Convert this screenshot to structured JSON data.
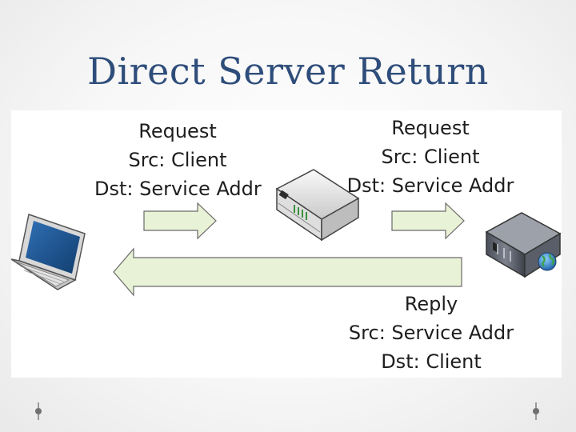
{
  "slide": {
    "title": "Direct Server Return"
  },
  "labels": {
    "request_left": [
      "Request",
      "Src: Client",
      "Dst: Service Addr"
    ],
    "request_right": [
      "Request",
      "Src: Client",
      "Dst: Service Addr"
    ],
    "reply": [
      "Reply",
      "Src: Service Addr",
      "Dst: Client"
    ]
  },
  "icons": {
    "client": "laptop-icon",
    "load_balancer": "network-switch-icon",
    "server": "server-icon",
    "globe": "globe-icon"
  },
  "colors": {
    "title": "#2e4d7a",
    "arrow_fill": "#e8f2d6",
    "arrow_stroke": "#6a6a6a"
  }
}
